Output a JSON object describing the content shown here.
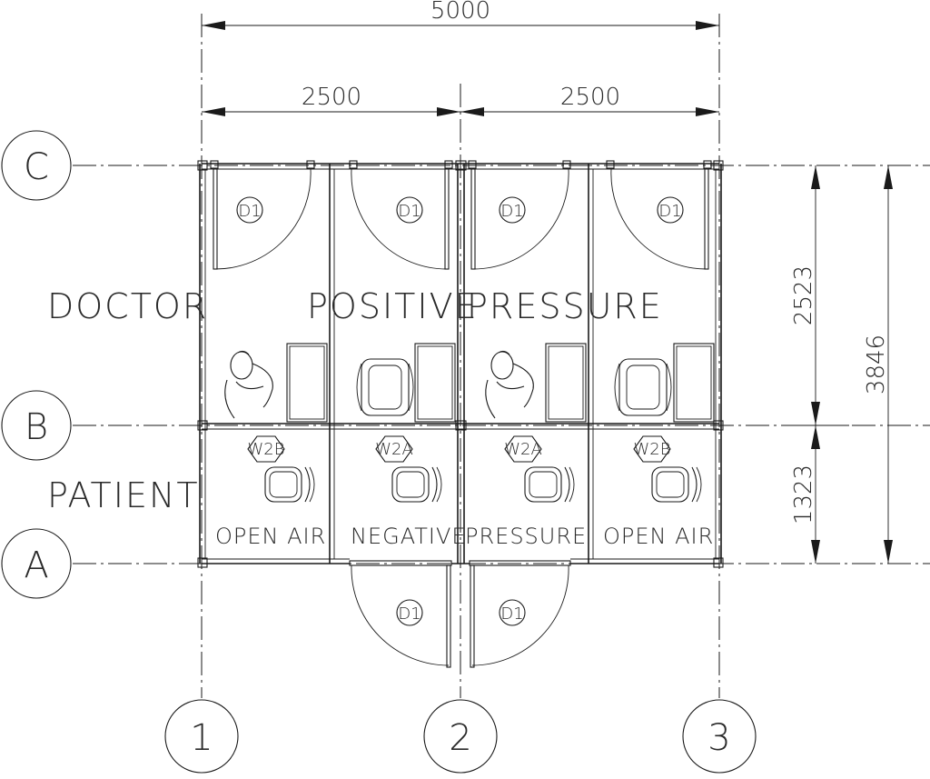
{
  "dimensions": {
    "overall_width": "5000",
    "bay_left": "2500",
    "bay_right": "2500",
    "upper_height": "2523",
    "lower_height": "1323",
    "overall_height": "3846"
  },
  "grid": {
    "rows": [
      "C",
      "B",
      "A"
    ],
    "cols": [
      "1",
      "2",
      "3"
    ]
  },
  "zones": {
    "doctor": "DOCTOR",
    "patient": "PATIENT",
    "positive": "POSITIVE",
    "pressure_upper": "PRESSURE",
    "open_air_left": "OPEN AIR",
    "negative": "NEGATIVE",
    "pressure_lower": "PRESSURE",
    "open_air_right": "OPEN AIR"
  },
  "tags": {
    "door": "D1",
    "window_b": "W2B",
    "window_a": "W2A"
  }
}
